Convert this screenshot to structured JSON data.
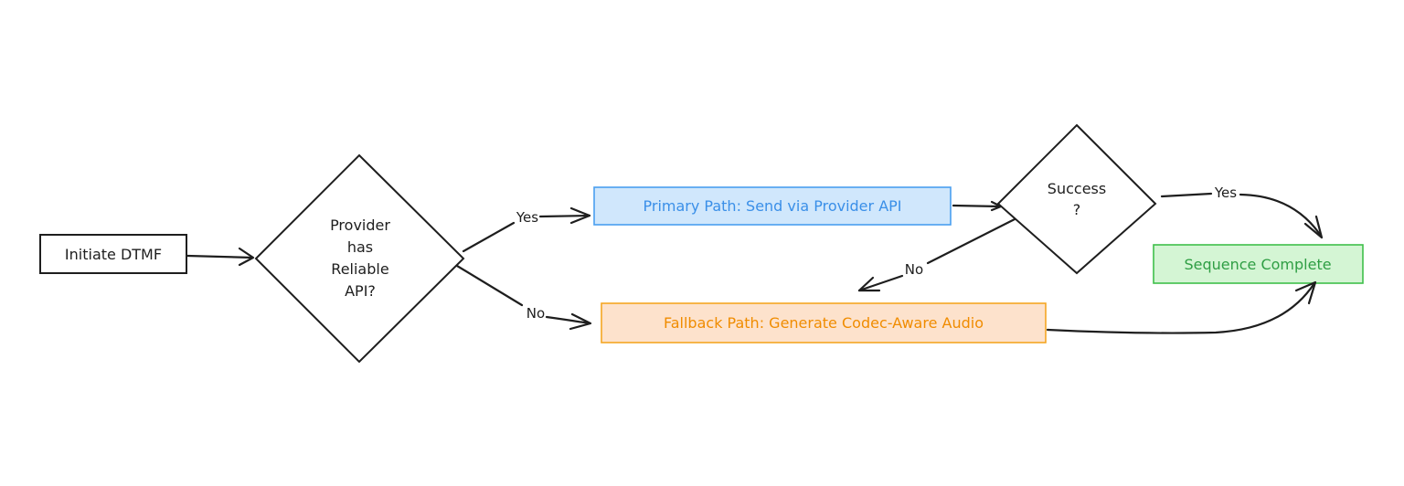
{
  "diagram": {
    "type": "flowchart",
    "nodes": {
      "start": {
        "shape": "rectangle",
        "label": "Initiate DTMF",
        "stroke": "#1e1e1e",
        "fill": "#ffffff",
        "text_color": "#1e1e1e"
      },
      "decision_api": {
        "shape": "diamond",
        "label_lines": [
          "Provider",
          "has",
          "Reliable",
          "API?"
        ],
        "stroke": "#1e1e1e",
        "fill": "#ffffff",
        "text_color": "#1e1e1e"
      },
      "primary": {
        "shape": "rectangle",
        "label": "Primary Path: Send via Provider API",
        "stroke": "#4a9ff0",
        "fill": "#d0e7fc",
        "text_color": "#3a8fe8"
      },
      "fallback": {
        "shape": "rectangle",
        "label": "Fallback Path: Generate Codec-Aware Audio",
        "stroke": "#f5a623",
        "fill": "#fde2cc",
        "text_color": "#f08c00"
      },
      "decision_success": {
        "shape": "diamond",
        "label_lines": [
          "Success",
          "?"
        ],
        "stroke": "#1e1e1e",
        "fill": "#ffffff",
        "text_color": "#1e1e1e"
      },
      "complete": {
        "shape": "rectangle",
        "label": "Sequence Complete",
        "stroke": "#3fbf4a",
        "fill": "#d4f5d4",
        "text_color": "#2f9e44"
      }
    },
    "edges": [
      {
        "from": "start",
        "to": "decision_api",
        "label": ""
      },
      {
        "from": "decision_api",
        "to": "primary",
        "label": "Yes"
      },
      {
        "from": "decision_api",
        "to": "fallback",
        "label": "No"
      },
      {
        "from": "primary",
        "to": "decision_success",
        "label": ""
      },
      {
        "from": "decision_success",
        "to": "complete",
        "label": "Yes"
      },
      {
        "from": "decision_success",
        "to": "fallback",
        "label": "No"
      },
      {
        "from": "fallback",
        "to": "complete",
        "label": ""
      }
    ]
  }
}
